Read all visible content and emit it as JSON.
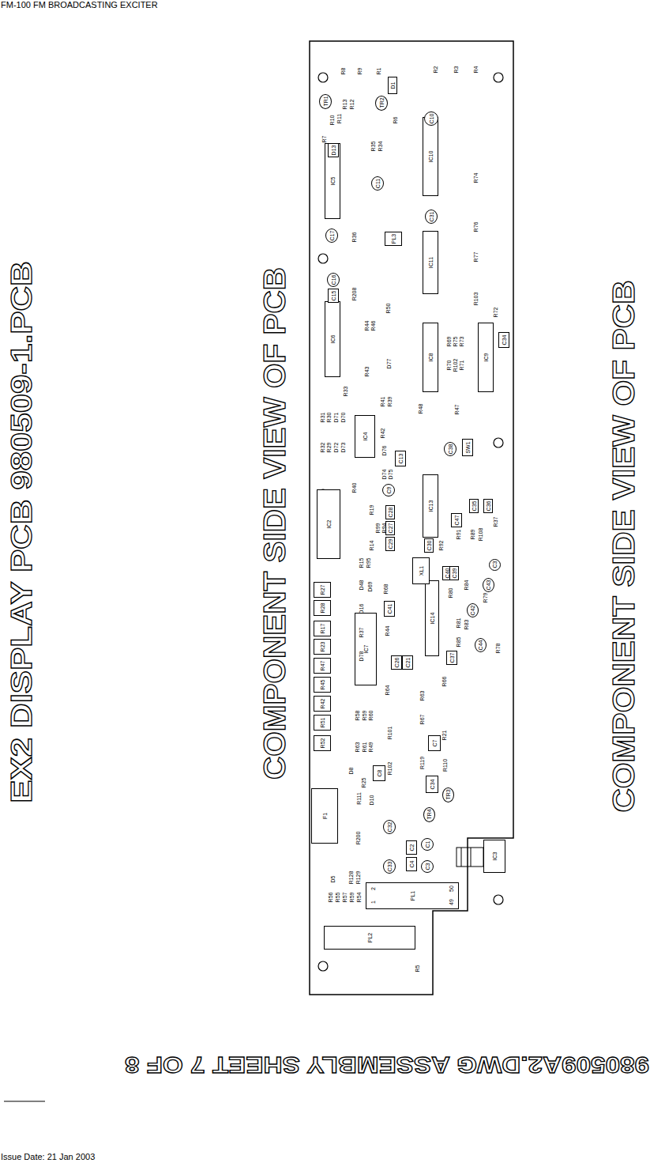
{
  "diagram": {
    "title": "EX2 DISPLAY PCB 980509-1.PCB",
    "nodes": [
      {
        "text": [
          "IC5"
        ]
      },
      {
        "text": [
          "IC6"
        ]
      },
      {
        "text": [
          "IC2"
        ]
      },
      {
        "text": [
          "IC7"
        ]
      },
      {
        "text": [
          "IC4"
        ]
      },
      {
        "text": [
          "IC10"
        ]
      },
      {
        "text": [
          "IC11"
        ]
      },
      {
        "text": [
          "IC8"
        ]
      },
      {
        "text": [
          "IC9"
        ]
      },
      {
        "text": [
          "IC13"
        ]
      },
      {
        "text": [
          "IC14"
        ]
      },
      {
        "text": [
          "IC3"
        ]
      },
      {
        "text": [
          "PL1"
        ]
      },
      {
        "text": [
          "PL2"
        ]
      },
      {
        "text": [
          "F1"
        ]
      },
      {
        "text": [
          "XL1"
        ]
      },
      {
        "text": [
          "SW1"
        ]
      },
      {
        "text": [
          "PL3"
        ]
      },
      {
        "text": [
          "R27"
        ]
      },
      {
        "text": [
          "R28"
        ]
      },
      {
        "text": [
          "R17"
        ]
      },
      {
        "text": [
          "R23"
        ]
      },
      {
        "text": [
          "R47"
        ]
      },
      {
        "text": [
          "R45"
        ]
      },
      {
        "text": [
          "R42"
        ]
      },
      {
        "text": [
          "R51"
        ]
      },
      {
        "text": [
          "R52"
        ]
      },
      {
        "text": [
          "TR1"
        ]
      },
      {
        "text": [
          "TR2"
        ]
      },
      {
        "text": [
          "C10"
        ]
      },
      {
        "text": [
          "C11"
        ]
      },
      {
        "text": [
          "C31"
        ]
      },
      {
        "text": [
          "C17"
        ]
      },
      {
        "text": [
          "C16"
        ]
      },
      {
        "text": [
          "C9"
        ]
      },
      {
        "text": [
          "C38"
        ]
      },
      {
        "text": [
          "C3"
        ]
      },
      {
        "text": [
          "C43"
        ]
      },
      {
        "text": [
          "C42"
        ]
      },
      {
        "text": [
          "C44"
        ]
      },
      {
        "text": [
          "TR3"
        ]
      },
      {
        "text": [
          "TR4"
        ]
      },
      {
        "text": [
          "C32"
        ]
      },
      {
        "text": [
          "C33"
        ]
      },
      {
        "text": [
          "C1"
        ]
      },
      {
        "text": [
          "C3"
        ]
      },
      {
        "text": [
          "C15"
        ]
      },
      {
        "text": [
          "C13"
        ]
      },
      {
        "text": [
          "C34"
        ]
      },
      {
        "text": [
          "C8"
        ]
      },
      {
        "text": [
          "C7"
        ]
      },
      {
        "text": [
          "C34"
        ]
      },
      {
        "text": [
          "C2"
        ]
      },
      {
        "text": [
          "C4"
        ]
      },
      {
        "text": [
          "C41"
        ]
      },
      {
        "text": [
          "C21"
        ]
      },
      {
        "text": [
          "C26"
        ]
      },
      {
        "text": [
          "C37"
        ]
      },
      {
        "text": [
          "C47"
        ]
      },
      {
        "text": [
          "C28"
        ]
      },
      {
        "text": [
          "C27"
        ]
      },
      {
        "text": [
          "C29"
        ]
      },
      {
        "text": [
          "C30"
        ]
      },
      {
        "text": [
          "C40"
        ]
      },
      {
        "text": [
          "C39"
        ]
      },
      {
        "text": [
          "C35"
        ]
      },
      {
        "text": [
          "C36"
        ]
      },
      {
        "text": [
          "D1"
        ]
      },
      {
        "text": [
          "D13"
        ]
      }
    ],
    "labels": [
      "FM-100 FM BROADCASTING EXCITER",
      "COMPONENT SIDE VIEW OF PCB",
      "COMPONENT SIDE VIEW OF PCB",
      "980509A2.DWG ASSEMBLY SHEET 7 OF 8",
      "Issue Date: 21 Jan 2003",
      "R8",
      "R9",
      "R1",
      "R2",
      "R3",
      "R4",
      "R13",
      "R12",
      "R10",
      "R11",
      "R6",
      "R7",
      "R35",
      "R34",
      "R74",
      "R36",
      "R76",
      "R77",
      "R208",
      "R50",
      "R103",
      "R72",
      "R44",
      "R46",
      "R43",
      "D77",
      "R69",
      "R75",
      "R73",
      "R70",
      "R102",
      "R71",
      "R33",
      "R31",
      "R30",
      "D71",
      "D70",
      "R32",
      "R29",
      "D72",
      "D73",
      "R41",
      "R39",
      "R42",
      "D76",
      "D74",
      "D75",
      "R48",
      "R47",
      "R40",
      "R19",
      "R14",
      "R99",
      "R94",
      "R92",
      "R91",
      "R89",
      "R108",
      "R37",
      "R15",
      "D48",
      "R95",
      "D69",
      "R68",
      "R80",
      "R84",
      "R79",
      "R81",
      "R83",
      "R85",
      "R78",
      "R37",
      "D16",
      "D78",
      "R44",
      "R64",
      "R58",
      "R59",
      "R60",
      "R63",
      "R61",
      "R49",
      "R63",
      "R66",
      "R67",
      "R21",
      "R101",
      "R102",
      "R119",
      "R110",
      "D8",
      "R25",
      "D10",
      "R111",
      "R200",
      "R56",
      "R55",
      "R57",
      "R59",
      "R54",
      "D5",
      "R128",
      "R129",
      "R5",
      "2",
      "1",
      "50",
      "49"
    ]
  }
}
